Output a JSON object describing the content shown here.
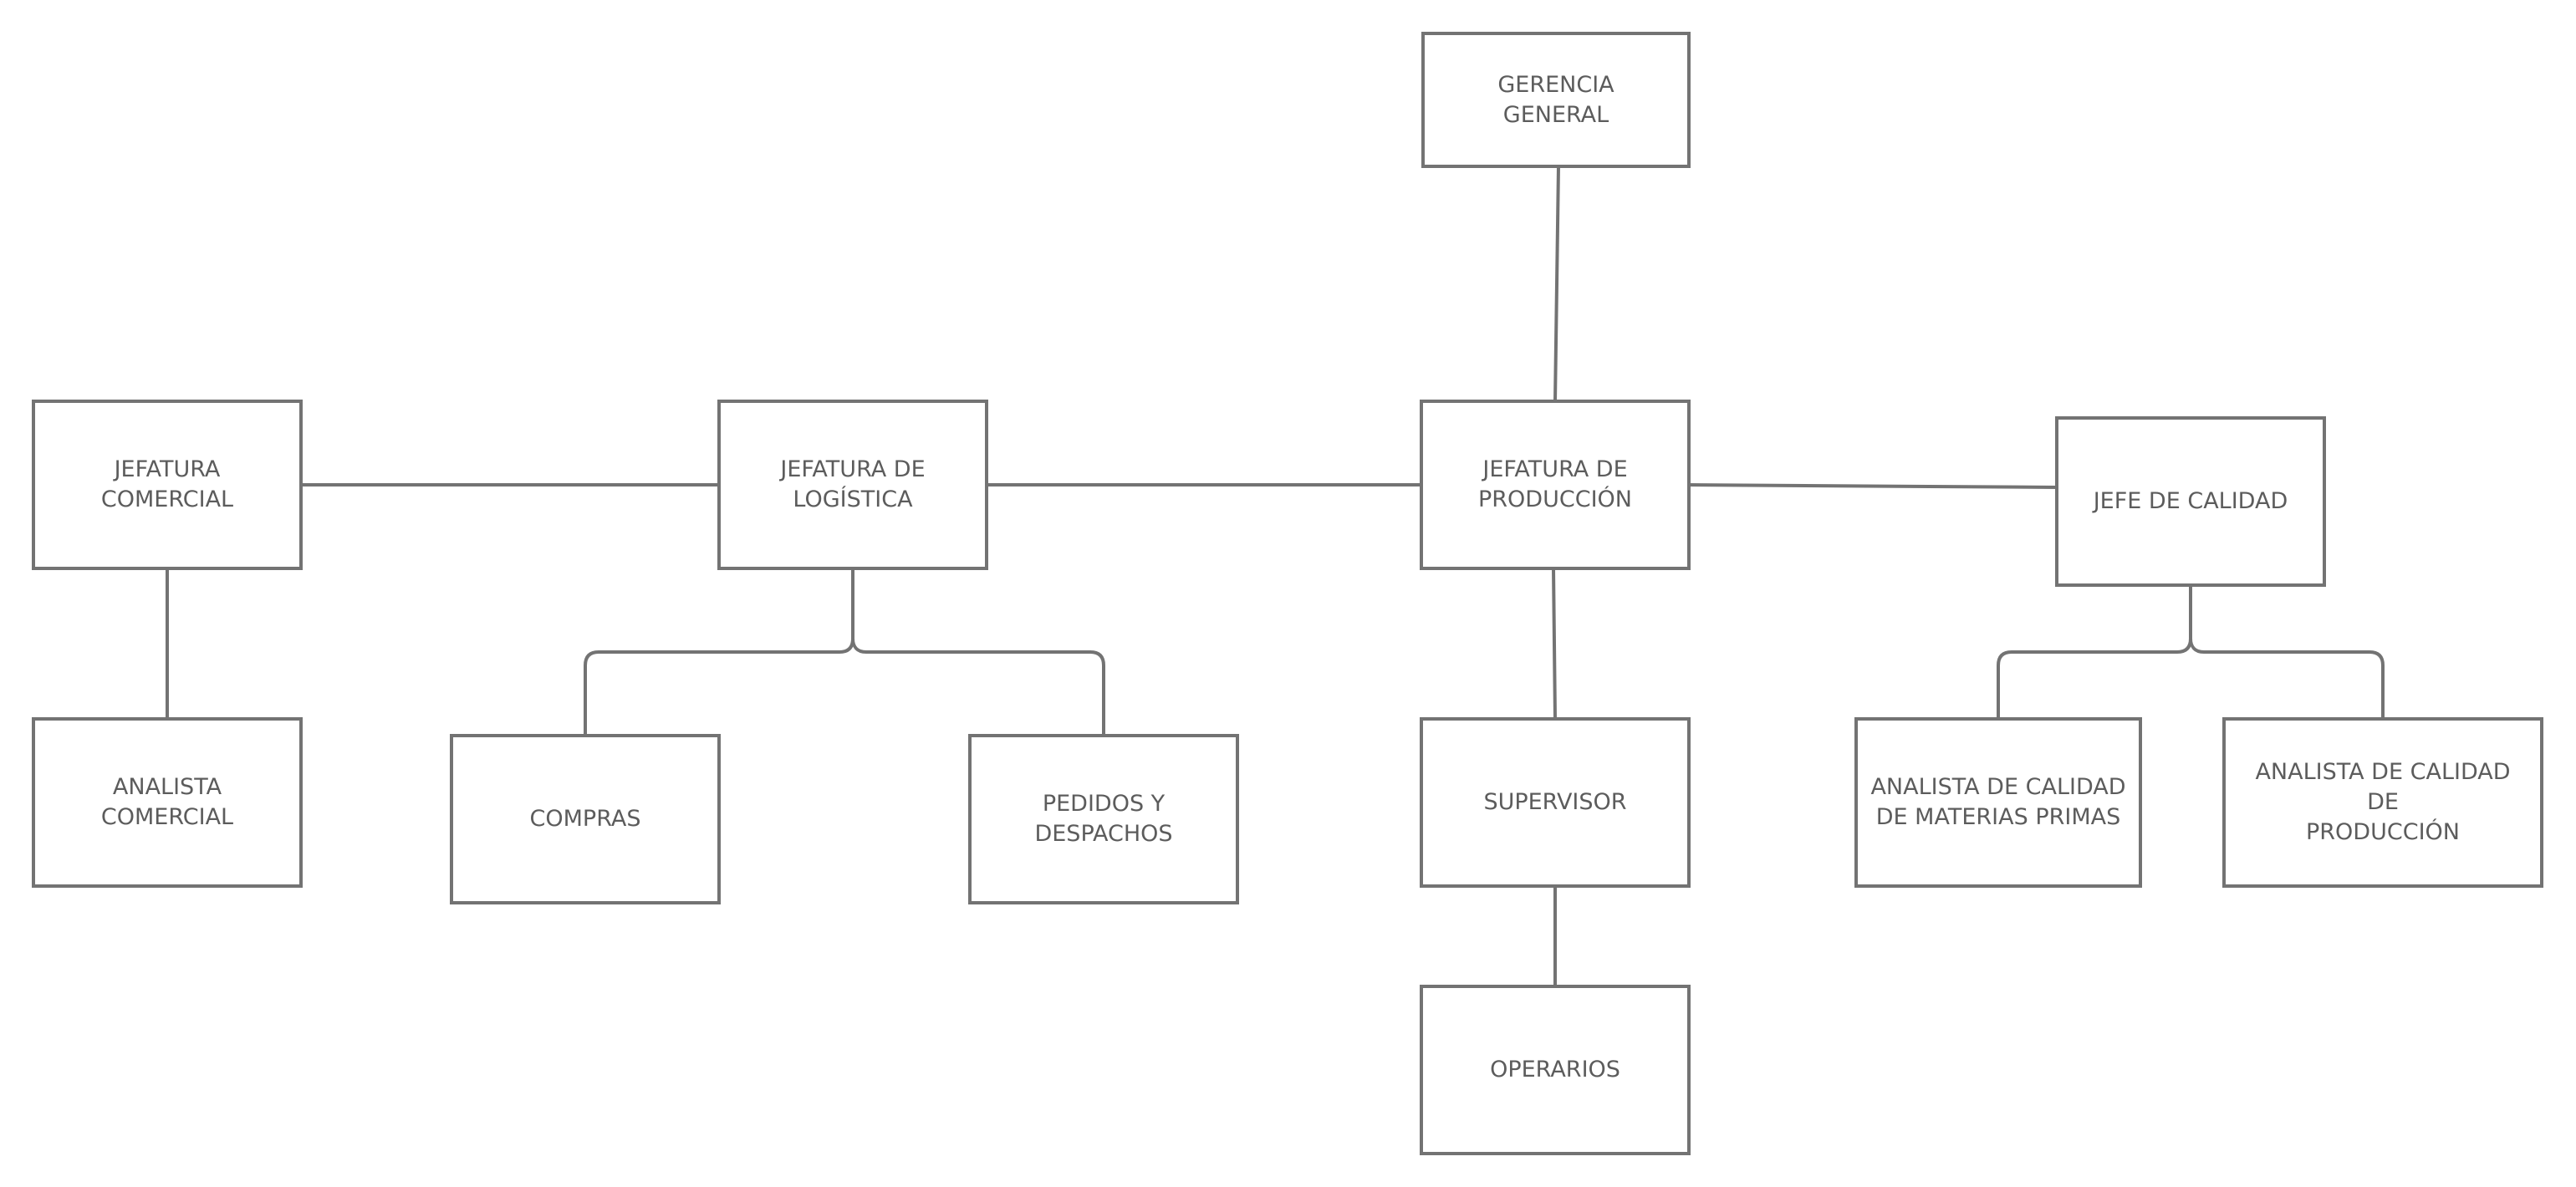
{
  "diagram": {
    "nodes": {
      "gerencia_general": {
        "label": "GERENCIA\nGENERAL"
      },
      "jefatura_comercial": {
        "label": "JEFATURA\nCOMERCIAL"
      },
      "jefatura_logistica": {
        "label": "JEFATURA DE\nLOGÍSTICA"
      },
      "jefatura_produccion": {
        "label": "JEFATURA DE\nPRODUCCIÓN"
      },
      "jefe_calidad": {
        "label": "JEFE DE CALIDAD"
      },
      "analista_comercial": {
        "label": "ANALISTA\nCOMERCIAL"
      },
      "compras": {
        "label": "COMPRAS"
      },
      "pedidos_despachos": {
        "label": "PEDIDOS Y\nDESPACHOS"
      },
      "supervisor": {
        "label": "SUPERVISOR"
      },
      "analista_calidad_mp": {
        "label": "ANALISTA DE CALIDAD\nDE MATERIAS PRIMAS"
      },
      "analista_calidad_prod": {
        "label": "ANALISTA DE CALIDAD DE\nPRODUCCIÓN"
      },
      "operarios": {
        "label": "OPERARIOS"
      }
    },
    "links": [
      {
        "from": "gerencia_general",
        "to": "jefatura_produccion"
      },
      {
        "from": "jefatura_comercial",
        "to": "jefatura_logistica"
      },
      {
        "from": "jefatura_logistica",
        "to": "jefatura_produccion"
      },
      {
        "from": "jefatura_produccion",
        "to": "jefe_calidad"
      },
      {
        "from": "jefatura_comercial",
        "to": "analista_comercial"
      },
      {
        "from": "jefatura_logistica",
        "to": "compras"
      },
      {
        "from": "jefatura_logistica",
        "to": "pedidos_despachos"
      },
      {
        "from": "jefatura_produccion",
        "to": "supervisor"
      },
      {
        "from": "supervisor",
        "to": "operarios"
      },
      {
        "from": "jefe_calidad",
        "to": "analista_calidad_mp"
      },
      {
        "from": "jefe_calidad",
        "to": "analista_calidad_prod"
      }
    ],
    "colors": {
      "stroke": "#737373",
      "text": "#5c5c5c",
      "background": "#ffffff"
    }
  }
}
